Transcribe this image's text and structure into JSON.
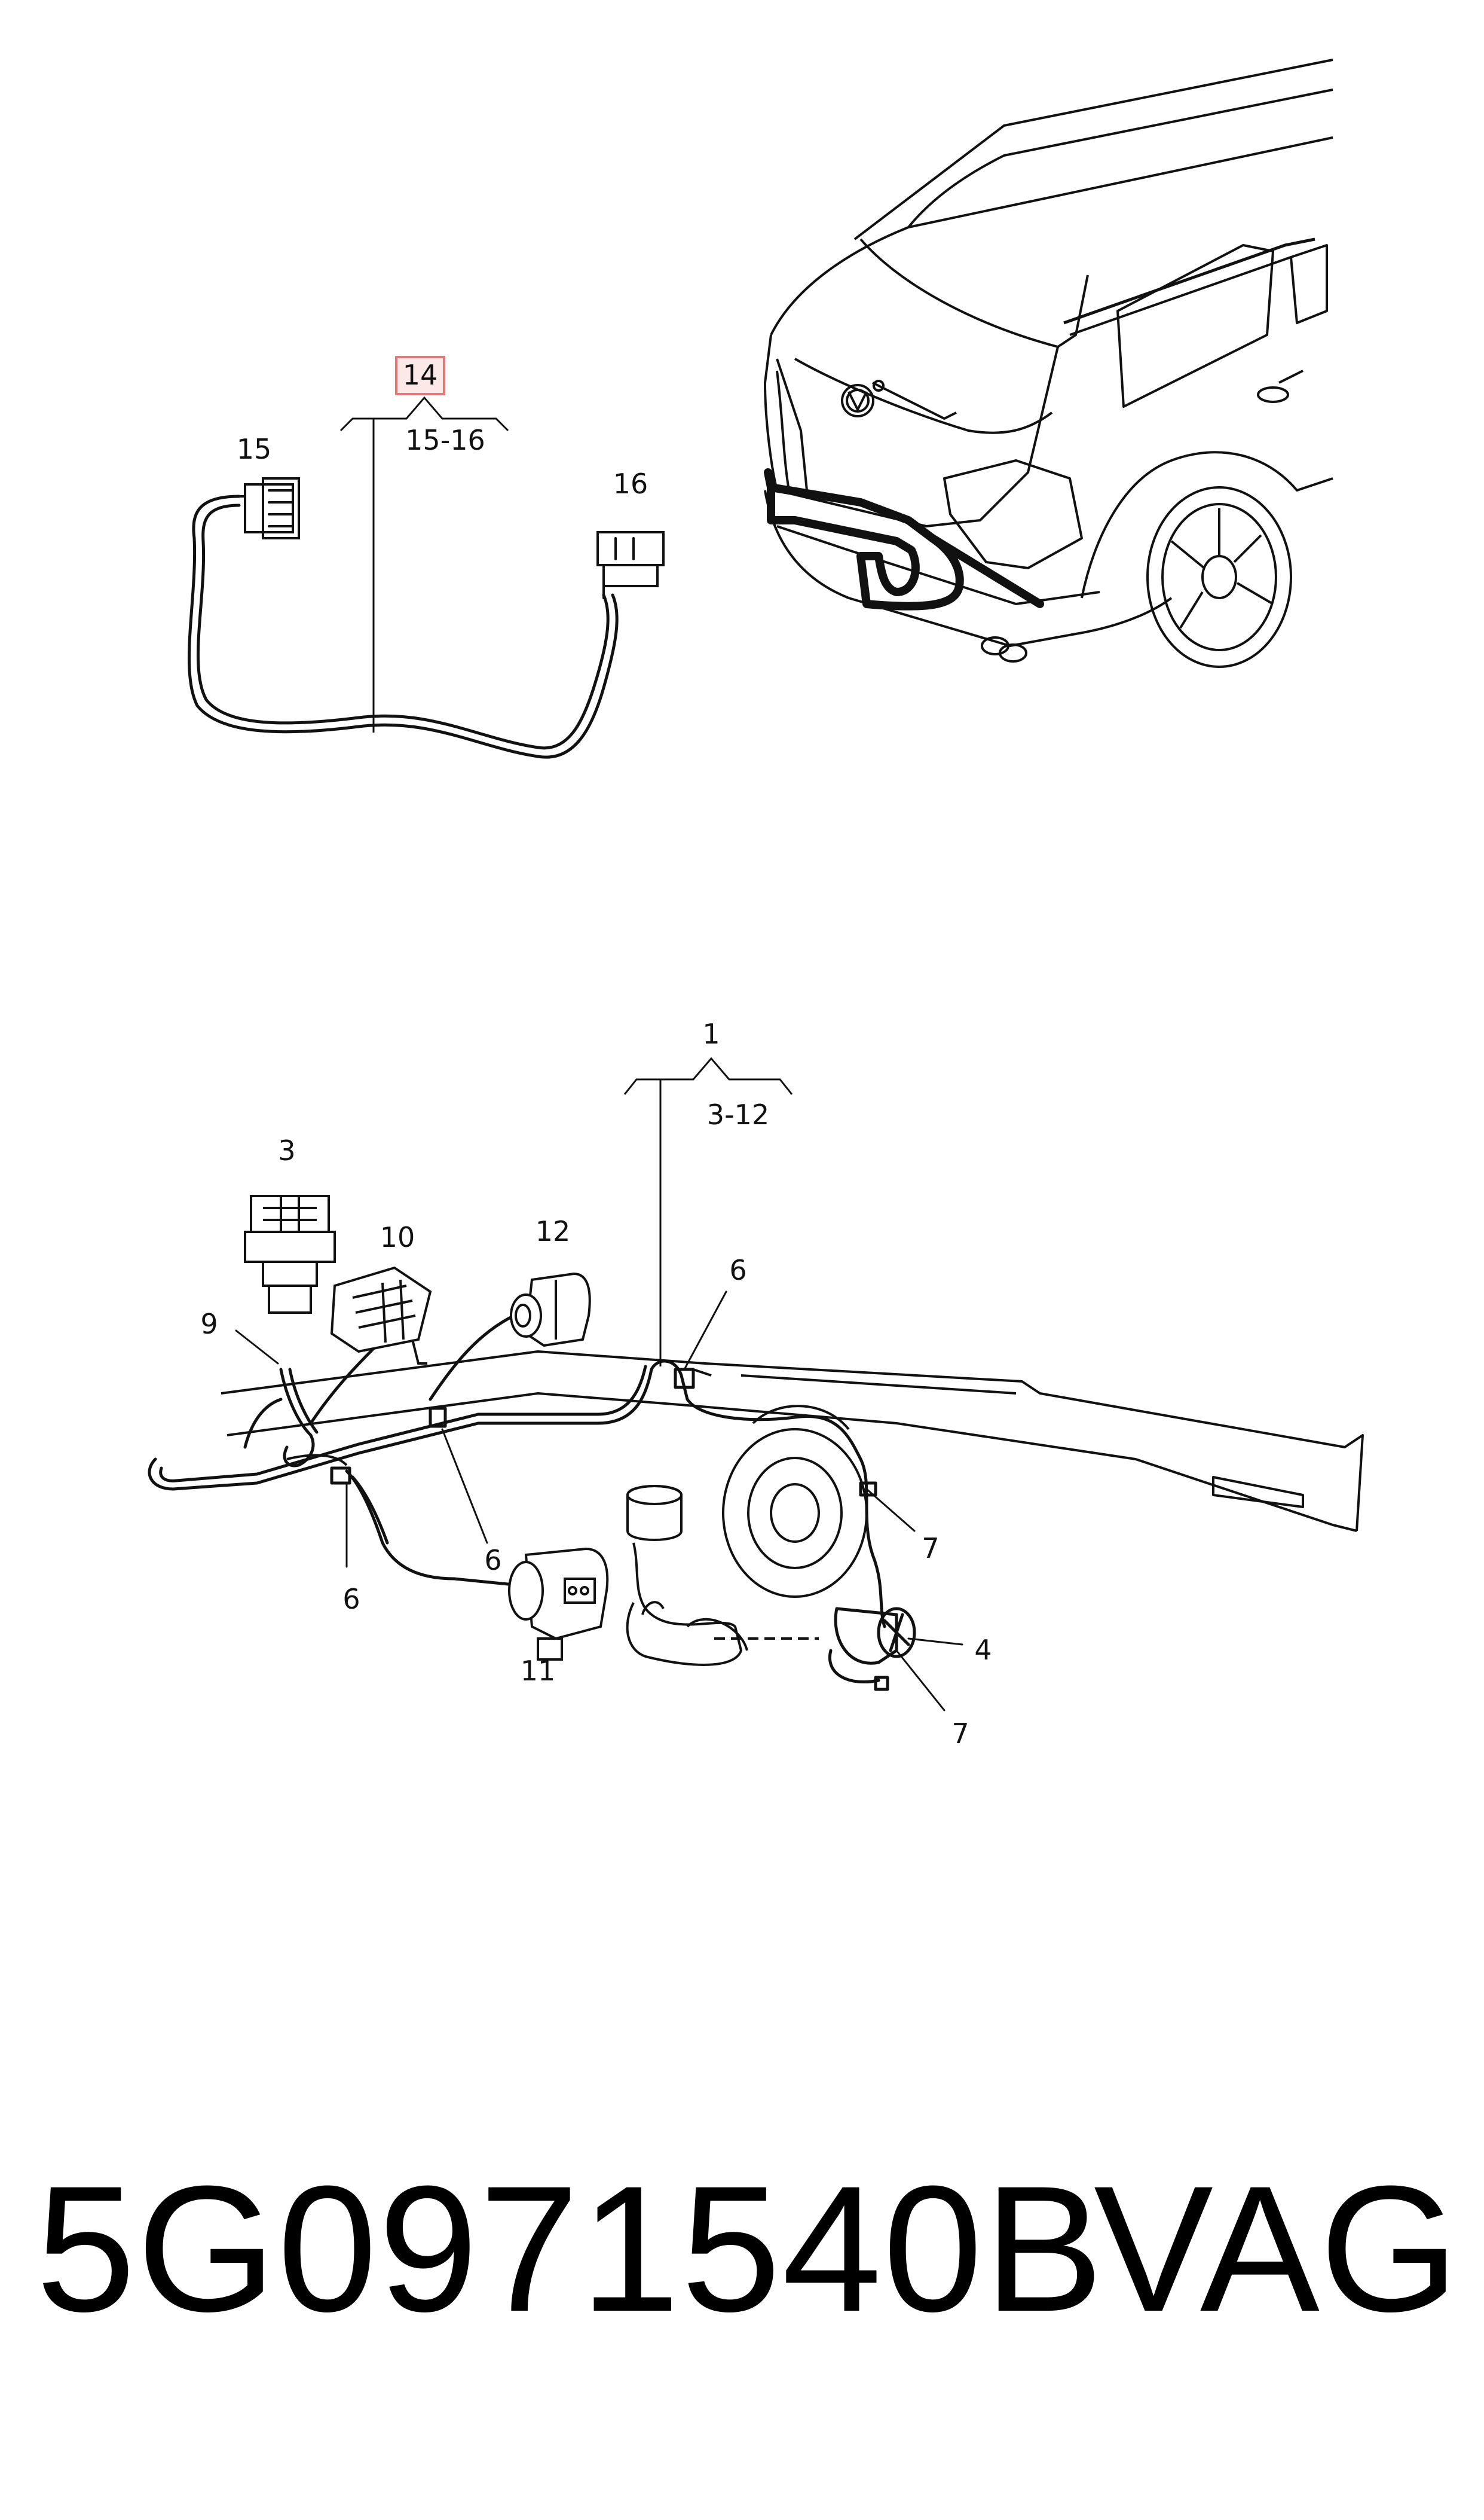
{
  "callouts": {
    "group_14": "14",
    "group_14_range": "15-16",
    "c15": "15",
    "c16": "16",
    "group_1": "1",
    "group_1_range": "3-12",
    "c3": "3",
    "c10": "10",
    "c12": "12",
    "c9": "9",
    "c6_top": "6",
    "c6_mid": "6",
    "c6_left": "6",
    "c7_top": "7",
    "c7_bottom": "7",
    "c4": "4",
    "c11": "11"
  },
  "colors": {
    "highlight_border": "#e07a7a",
    "highlight_fill": "#fde8e8",
    "line": "#111111"
  },
  "footer": {
    "part_number": "5G0971540B",
    "brand": "VAG"
  }
}
